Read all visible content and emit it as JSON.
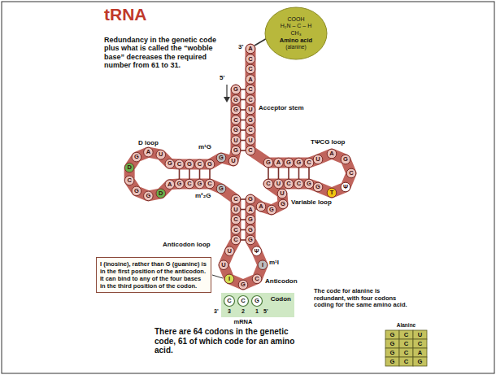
{
  "diagram": {
    "title": "tRNA",
    "nodes": [
      {
        "text": [
          "COOH",
          "H₂N – C – H",
          "CH₃",
          "Amino acid",
          "(alanine)"
        ]
      },
      {
        "text": [
          "I (inosine), rather than G (guanine) is in the first position of the anticodon. It can bind to any of the four bases in the third position of the codon."
        ]
      },
      {
        "text": [
          "Codon"
        ]
      }
    ],
    "labels": [
      "Redundancy in the genetic code plus what is called the “wobble base” decreases the required number from 61 to 31.",
      "3'",
      "5'",
      "Acceptor stem",
      "D loop",
      "m¹G",
      "TΨCG loop",
      "m²₂G",
      "Variable loop",
      "Anticodon loop",
      "m¹I",
      "Anticodon",
      "3'",
      "3",
      "2",
      "1",
      "5'",
      "mRNA",
      "The code for alanine is redundant, with four codons coding for the same amino acid.",
      "There are 64 codons in the genetic code, 61 of which code for an amino acid.",
      "Alanine",
      "G",
      "C",
      "U",
      "G",
      "C",
      "C",
      "G",
      "C",
      "A",
      "G",
      "C",
      "G",
      "C",
      "C",
      "G",
      "G",
      "G",
      "G",
      "C",
      "G",
      "U",
      "G",
      "U",
      "G",
      "G",
      "C",
      "G",
      "C",
      "G",
      "U",
      "A",
      "G",
      "D",
      "C",
      "G",
      "G",
      "D",
      "A",
      "G",
      "C",
      "G",
      "C",
      "G",
      "C",
      "U",
      "C",
      "C",
      "C",
      "U",
      "U",
      "I",
      "G",
      "C",
      "I",
      "Ψ",
      "G",
      "G",
      "G",
      "A",
      "G",
      "A",
      "G",
      "G",
      "U",
      "C",
      "U",
      "C",
      "C",
      "G",
      "G",
      "T",
      "Ψ",
      "C",
      "G",
      "A",
      "U",
      "C",
      "G",
      "G",
      "A",
      "G",
      "C",
      "U",
      "C",
      "G",
      "U",
      "C",
      "C",
      "A",
      "C",
      "C",
      "A"
    ]
  }
}
